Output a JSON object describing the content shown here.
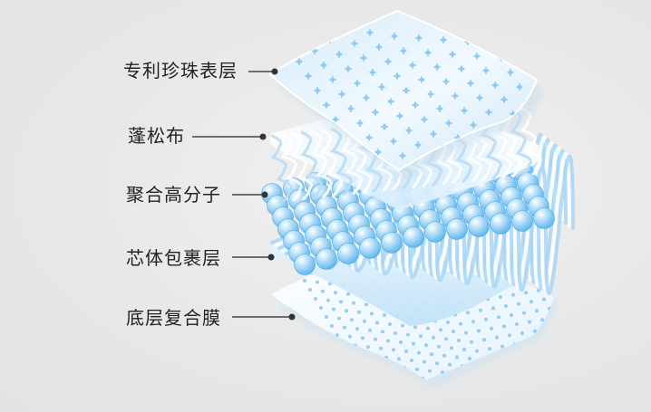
{
  "layers": [
    {
      "label": "专利珍珠表层"
    },
    {
      "label": "蓬松布"
    },
    {
      "label": "聚合高分子"
    },
    {
      "label": "芯体包裹层"
    },
    {
      "label": "底层复合膜"
    }
  ],
  "colors": {
    "background": "#e9e9e9",
    "text": "#222222",
    "leader": "#444444",
    "accent_blue": "#6cbcf0",
    "sheet_white": "#f4fafe"
  }
}
